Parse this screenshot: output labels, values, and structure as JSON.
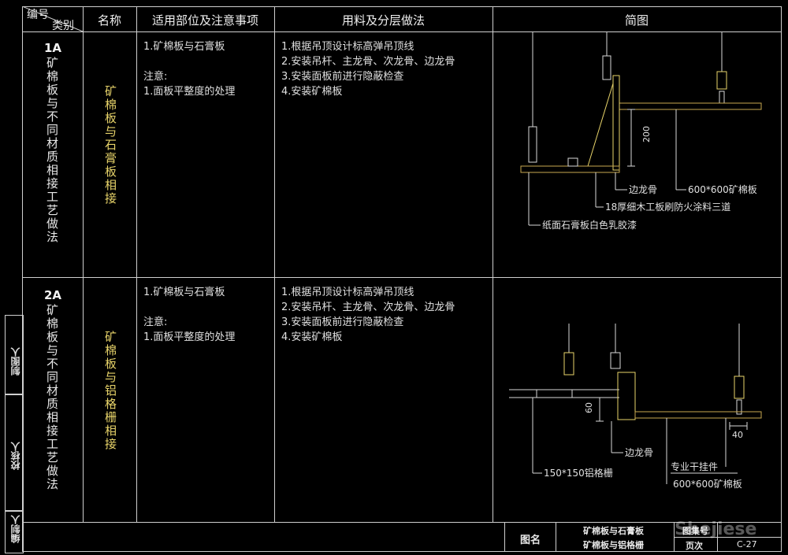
{
  "header": {
    "corner_top": "编号",
    "corner_bottom": "类别",
    "col_name": "名称",
    "col_scope": "适用部位及注意事项",
    "col_materials": "用料及分层做法",
    "col_sketch": "简图"
  },
  "rows": [
    {
      "code": "1A",
      "category": "矿棉板与不同材质相接工艺做法",
      "name": "矿棉板与石膏板相接",
      "scope": [
        "1.矿棉板与石膏板",
        "注意:",
        "1.面板平整度的处理"
      ],
      "materials": [
        "1.根据吊顶设计标高弹吊顶线",
        "2.安装吊杆、主龙骨、次龙骨、边龙骨",
        "3.安装面板前进行隐蔽检查",
        "4.安装矿棉板"
      ],
      "sketch": {
        "dimension": "200",
        "labels": [
          "边龙骨",
          "600*600矿棉板",
          "18厚细木工板刷防火涂料三道",
          "纸面石膏板白色乳胶漆"
        ]
      }
    },
    {
      "code": "2A",
      "category": "矿棉板与不同材质相接工艺做法",
      "name": "矿棉板与铝格栅相接",
      "scope": [
        "1.矿棉板与石膏板",
        "注意:",
        "1.面板平整度的处理"
      ],
      "materials": [
        "1.根据吊顶设计标高弹吊顶线",
        "2.安装吊杆、主龙骨、次龙骨、边龙骨",
        "3.安装面板前进行隐蔽检查",
        "4.安装矿棉板"
      ],
      "sketch": {
        "dimension_left": "60",
        "dimension_right": "40",
        "labels": [
          "边龙骨",
          "150*150铝格栅",
          "专业干挂件",
          "600*600矿棉板"
        ]
      }
    }
  ],
  "side_labels": [
    "制图人",
    "校核人",
    "编制人"
  ],
  "footer": {
    "title_label": "图名",
    "title_lines": [
      "矿棉板与石膏板",
      "矿棉板与铝格栅"
    ],
    "set_label": "图集号",
    "page_label": "页次",
    "page_value": "C-27"
  },
  "watermark": "Shejiese"
}
